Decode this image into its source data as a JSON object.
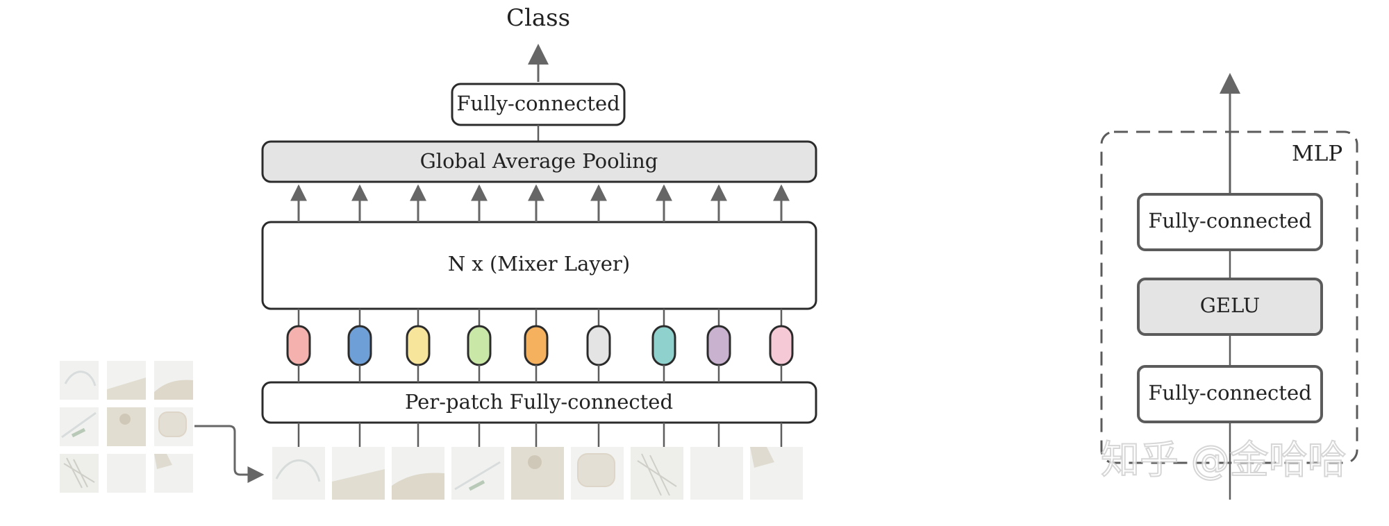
{
  "diagram": {
    "class_label": "Class",
    "fully_connected_top": "Fully-connected",
    "global_average_pooling": "Global Average Pooling",
    "mixer_layer": "N x (Mixer Layer)",
    "per_patch_fc": "Per-patch Fully-connected"
  },
  "token_colors": [
    "#f4b1ae",
    "#6f9fd7",
    "#f8e59c",
    "#c9e7a6",
    "#f6b15f",
    "#e4e4e4",
    "#8fd1cc",
    "#c9b2cf",
    "#f6c9d6"
  ],
  "mlp": {
    "title": "MLP",
    "fc_top": "Fully-connected",
    "gelu": "GELU",
    "fc_bottom": "Fully-connected"
  },
  "watermark": "知乎 @金哈哈",
  "colors": {
    "line": "#5b5b5b",
    "arrow": "#666666",
    "gray_box": "#e4e4e4",
    "box_border": "#2b2b2b"
  }
}
